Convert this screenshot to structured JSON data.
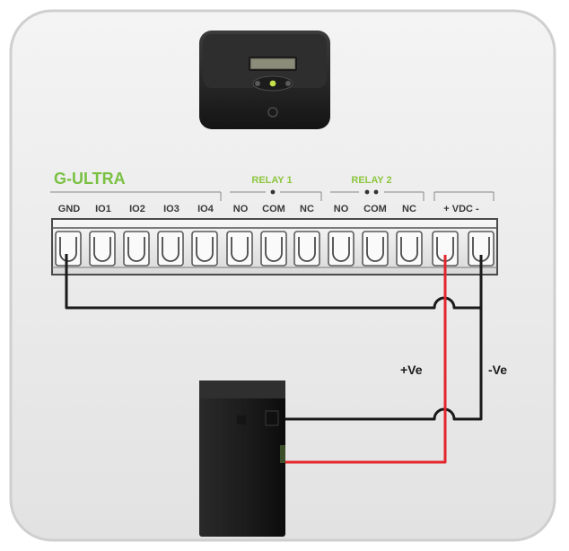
{
  "device": {
    "title": "G-ULTRA",
    "title_color": "#7ac143",
    "icon": "controller-unit-icon"
  },
  "groups": {
    "relay1": "RELAY 1",
    "relay2": "RELAY 2"
  },
  "terminals": [
    "GND",
    "IO1",
    "IO2",
    "IO3",
    "IO4",
    "NO",
    "COM",
    "NC",
    "NO",
    "COM",
    "NC",
    "+ VDC -"
  ],
  "wires": {
    "positive_label": "+Ve",
    "negative_label": "-Ve",
    "positive_color": "#e3262b",
    "negative_color": "#1a1a1a"
  },
  "battery": {
    "icon": "battery-icon"
  }
}
